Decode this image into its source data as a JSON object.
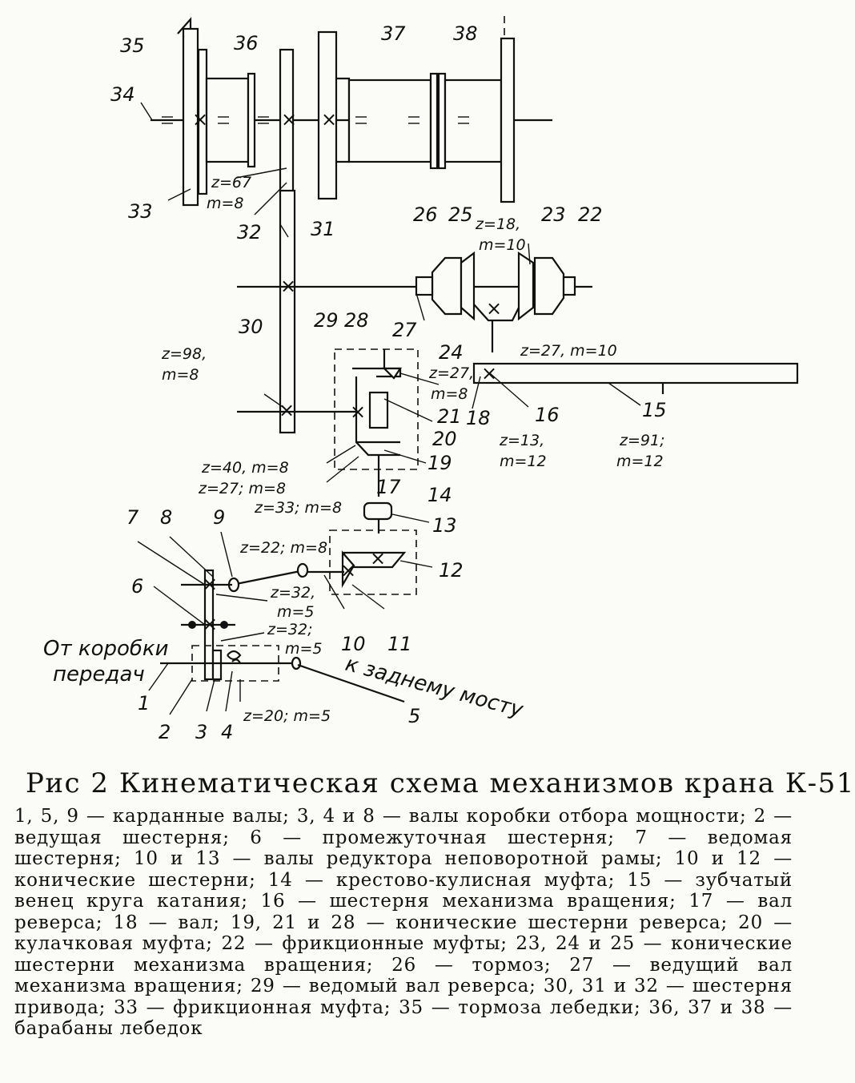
{
  "diagram": {
    "labels": {
      "n1": "1",
      "n2": "2",
      "n3": "3",
      "n4": "4",
      "n5": "5",
      "n6": "6",
      "n7": "7",
      "n8": "8",
      "n9": "9",
      "n10": "10",
      "n11": "11",
      "n12": "12",
      "n13": "13",
      "n14": "14",
      "n15": "15",
      "n16": "16",
      "n17": "17",
      "n18": "18",
      "n19": "19",
      "n20": "20",
      "n21": "21",
      "n22": "22",
      "n23": "23",
      "n24": "24",
      "n25": "25",
      "n26": "26",
      "n27": "27",
      "n28": "28",
      "n29": "29",
      "n30": "30",
      "n31": "31",
      "n32": "32",
      "n33": "33",
      "n34": "34",
      "n35": "35",
      "n36": "36",
      "n37": "37",
      "n38": "38"
    },
    "params": {
      "p32_z": "z=67",
      "p32_m": "m=8",
      "p23_z": "z=18,",
      "p23_m": "m=10",
      "p24": "z=27, m=10",
      "p30_z": "z=98,",
      "p30_m": "m=8",
      "p21_z": "z=27,",
      "p21_m": "m=8",
      "p16_z": "z=13,",
      "p16_m": "m=12",
      "p15_z": "z=91;",
      "p15_m": "m=12",
      "p40": "z=40, m=8",
      "p27": "z=27; m=8",
      "p33": "z=33; m=8",
      "p22": "z=22; m=8",
      "p7_z": "z=32,",
      "p7_m": "m=5",
      "p6_z": "z=32;",
      "p6_m": "m=5",
      "p2": "z=20; m=5"
    },
    "from_gearbox_1": "От коробки",
    "from_gearbox_2": "передач",
    "to_rear_axle": "к заднему мосту"
  },
  "caption": {
    "title": "Рис 2   Кинематическая схема механизмов крана К-51",
    "body": "1, 5, 9 — карданные валы; 3, 4 и 8 — валы коробки отбора мощности; 2 — ведущая шестерня; 6 — промежуточная шестерня; 7 — ведомая шестерня; 10 и 13 — валы редуктора неповоротной рамы; 10 и 12 — конические шестерни; 14 — крестово-кулисная муфта; 15 — зубчатый венец круга катания; 16 — шестерня механизма вращения; 17 — вал реверса; 18 — вал; 19, 21 и 28 — конические шестерни реверса; 20 — кулачковая муфта; 22 — фрикционные муфты; 23, 24 и 25 — конические шестерни механизма вращения; 26 — тормоз; 27 — ведущий вал механизма вращения; 29 — ведомый вал реверса; 30, 31 и 32 — шестерня привода; 33 — фрикционная муфта; 35 — тормоза лебедки; 36, 37 и 38 — барабаны лебедок"
  }
}
